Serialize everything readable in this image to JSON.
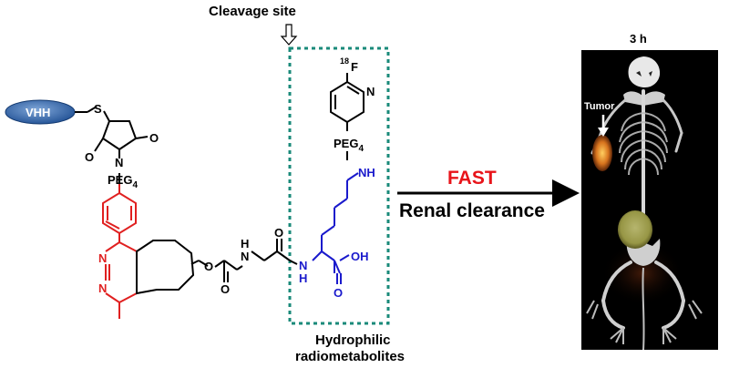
{
  "labels": {
    "cleavage_site": "Cleavage site",
    "hydrophilic_line1": "Hydrophilic",
    "hydrophilic_line2": "radiometabolites",
    "fast": "FAST",
    "renal_clearance": "Renal clearance",
    "time_point": "3 h",
    "tumor": "Tumor"
  },
  "structure": {
    "vhh": "VHH",
    "s": "S",
    "o_left": "O",
    "o_right": "O",
    "n_succ": "N",
    "peg_left": "PEG",
    "peg_left_sub": "4",
    "n_tet1": "N",
    "n_tet2": "N",
    "o_carbamate": "O",
    "o_carbonyl1": "O",
    "nh1": "N",
    "h1": "H",
    "o_carbonyl2": "O",
    "nh2": "N",
    "h2": "H",
    "oh": "OH",
    "o_acid": "O",
    "nh3": "NH",
    "peg_right": "PEG",
    "peg_right_sub": "4",
    "n_pyr": "N",
    "f_sup": "18",
    "f": "F"
  },
  "colors": {
    "black": "#000000",
    "red": "#e02020",
    "blue": "#1a1acc",
    "teal": "#1a8a7a",
    "fast_red": "#e8141a",
    "vhh_blue": "#2a5aa0"
  }
}
